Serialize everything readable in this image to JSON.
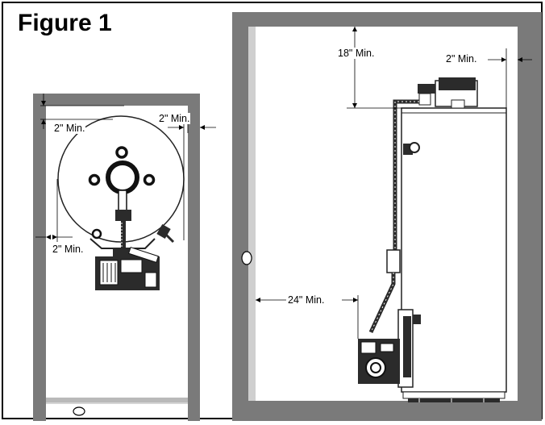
{
  "figure": {
    "title": "Figure 1",
    "colors": {
      "wall": "#7a7a7a",
      "frame": "#000000",
      "equipment": "#2b2b2b",
      "background": "#ffffff"
    },
    "top_view": {
      "labels": {
        "top_clearance": "2\" Min.",
        "right_clearance": "2\" Min.",
        "bottom_clearance": "2\" Min."
      }
    },
    "side_view": {
      "labels": {
        "top_clearance": "18\" Min.",
        "side_clearance": "2\" Min.",
        "front_clearance": "24\" Min."
      }
    }
  }
}
